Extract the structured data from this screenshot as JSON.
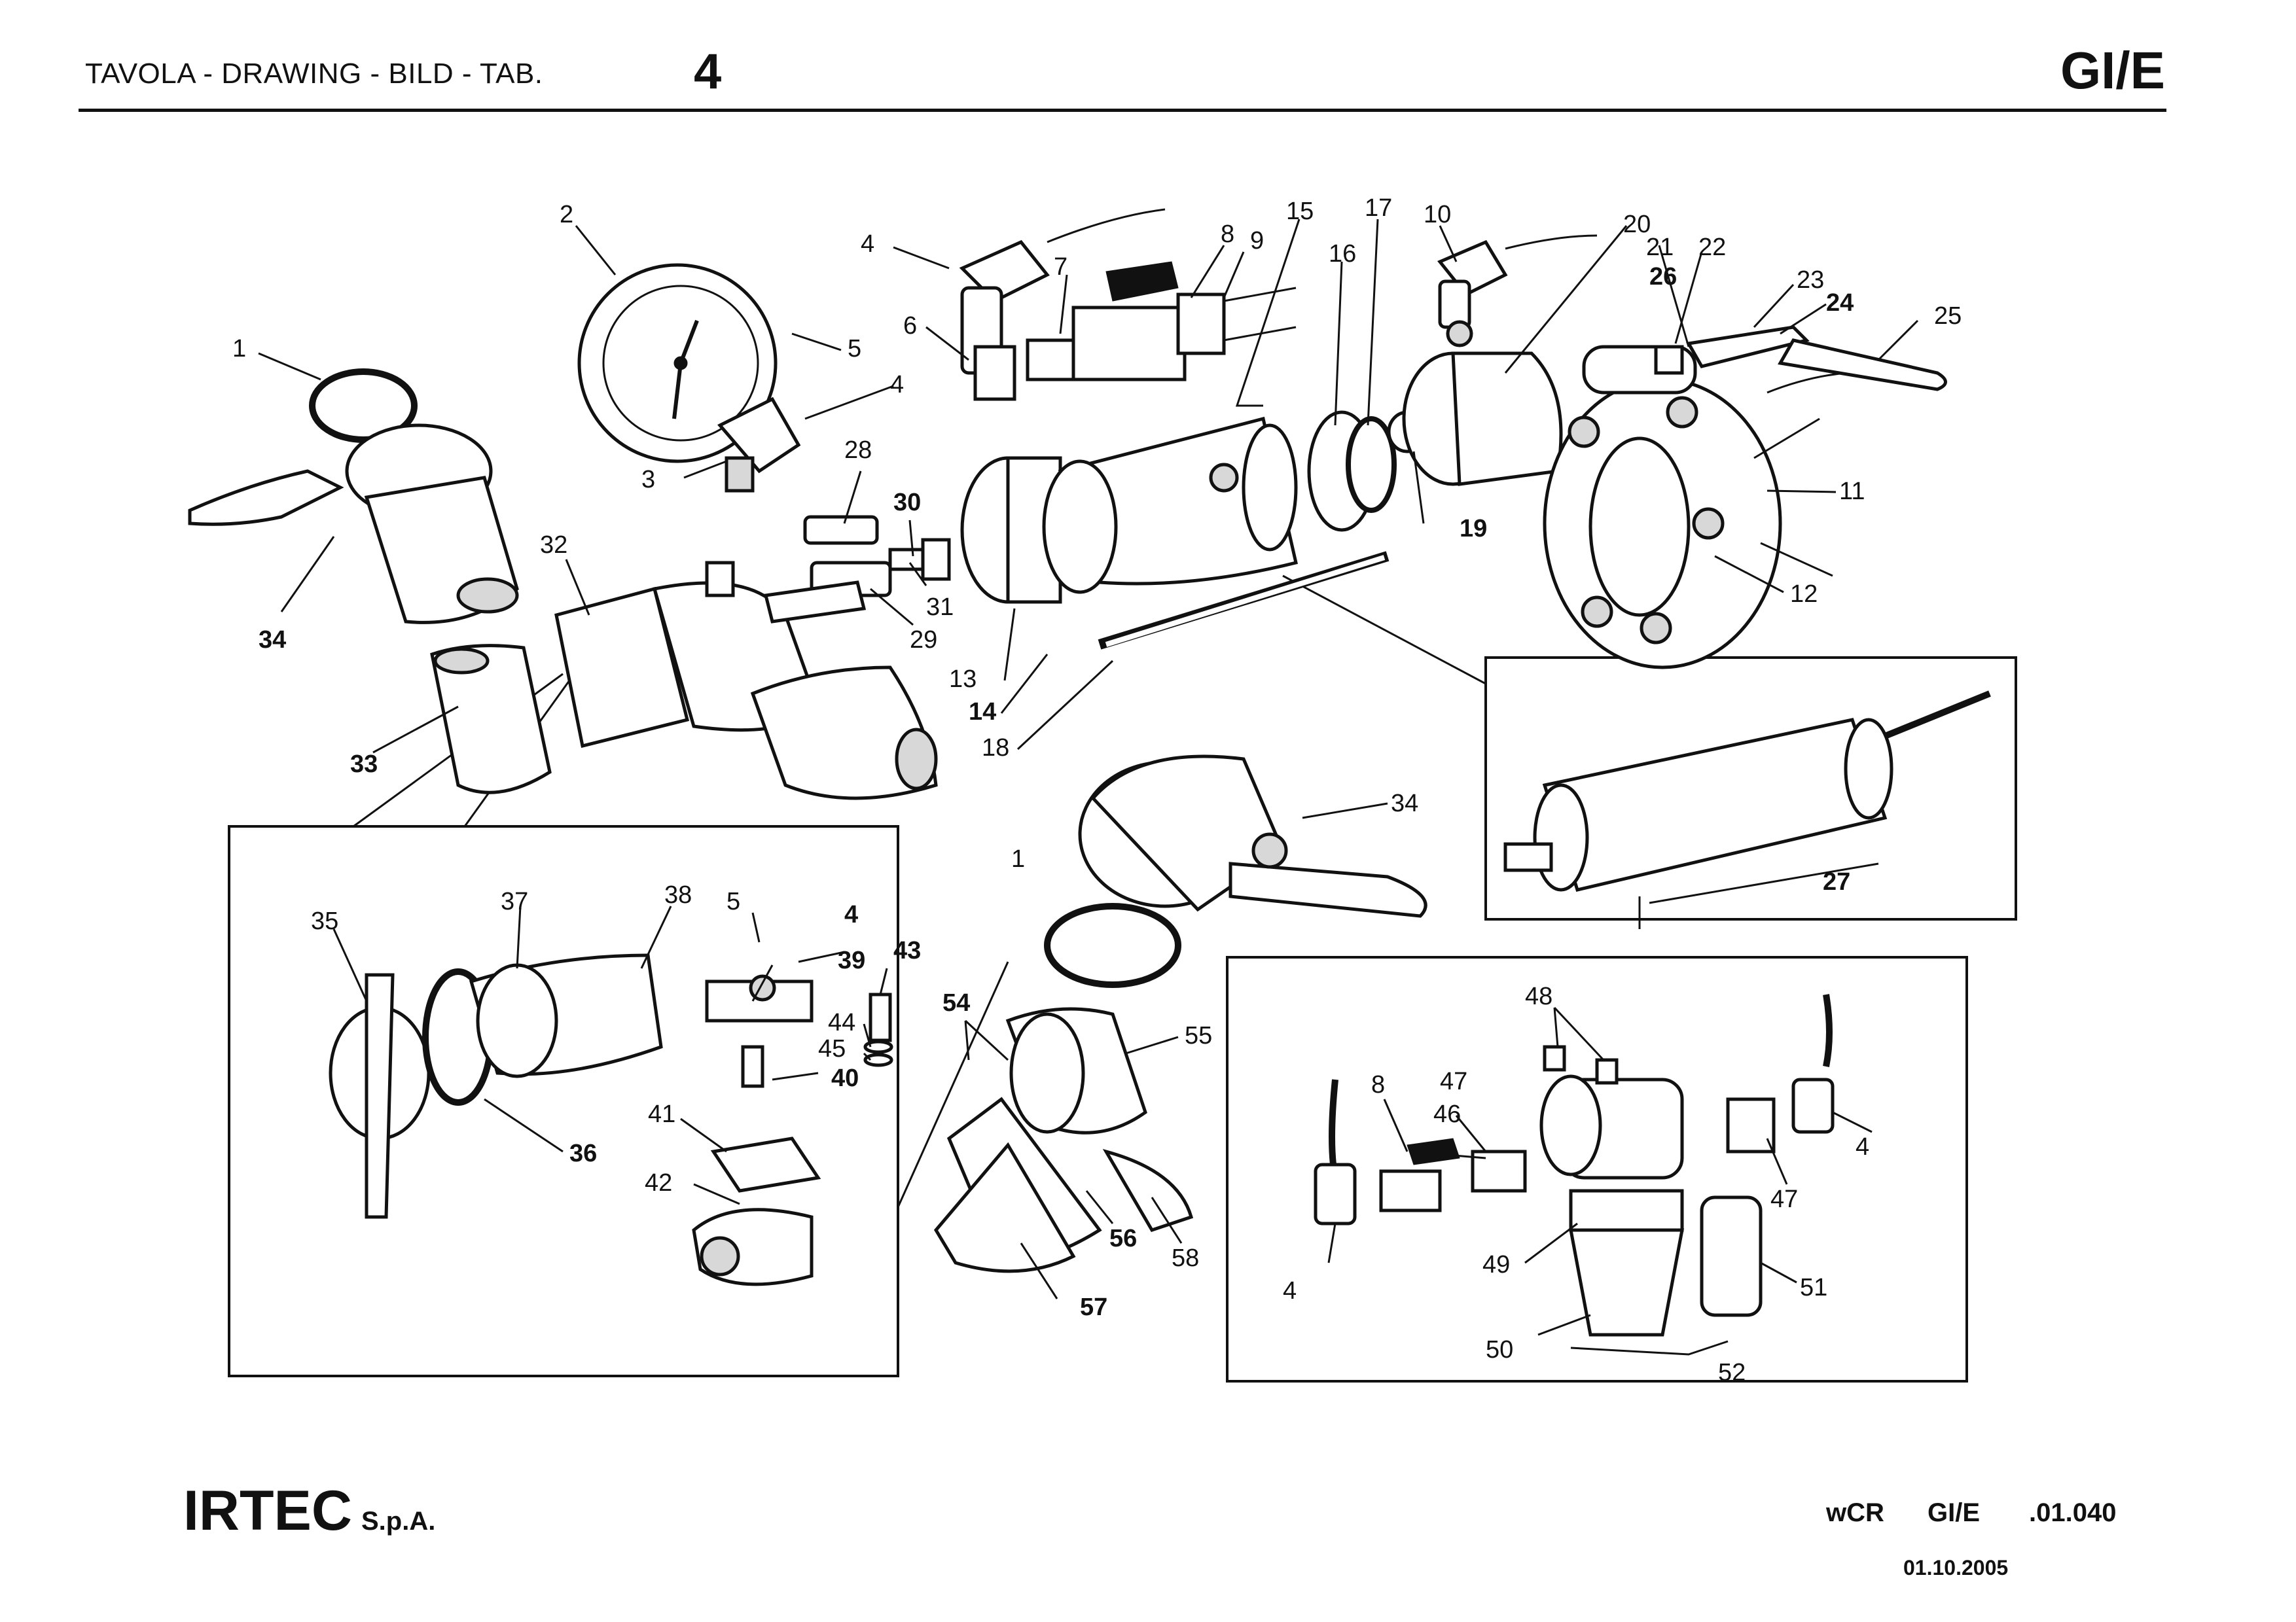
{
  "header": {
    "drawing_label": "TAVOLA - DRAWING - BILD - TAB.",
    "drawing_number": "4",
    "model_code": "GI/E"
  },
  "footer": {
    "company": "IRTEC",
    "company_suffix": "S.p.A.",
    "doc_prefix": "wCR",
    "doc_model": "GI/E",
    "doc_ref": ".01.040",
    "date": "01.10.2005"
  },
  "callouts": {
    "c1a": "1",
    "c2": "2",
    "c3": "3",
    "c4a": "4",
    "c4b": "4",
    "c5a": "5",
    "c6": "6",
    "c7": "7",
    "c8a": "8",
    "c9": "9",
    "c10": "10",
    "c11": "11",
    "c12": "12",
    "c13": "13",
    "c14": "14",
    "c15": "15",
    "c16": "16",
    "c17": "17",
    "c18": "18",
    "c19": "19",
    "c20": "20",
    "c21": "21",
    "c22": "22",
    "c23": "23",
    "c24": "24",
    "c25": "25",
    "c26": "26",
    "c27": "27",
    "c28": "28",
    "c29": "29",
    "c30": "30",
    "c31": "31",
    "c32": "32",
    "c33": "33",
    "c34a": "34",
    "c34b": "34",
    "c35": "35",
    "c36": "36",
    "c37": "37",
    "c38": "38",
    "c39": "39",
    "c40": "40",
    "c41": "41",
    "c42": "42",
    "c43": "43",
    "c44": "44",
    "c45": "45",
    "c4c": "4",
    "c5b": "5",
    "c1b": "1",
    "c54": "54",
    "c55": "55",
    "c56": "56",
    "c57": "57",
    "c58": "58",
    "c48": "48",
    "c8b": "8",
    "c47a": "47",
    "c46": "46",
    "c4d": "4",
    "c4e": "4",
    "c47b": "47",
    "c49": "49",
    "c50": "50",
    "c51": "51",
    "c52": "52"
  }
}
